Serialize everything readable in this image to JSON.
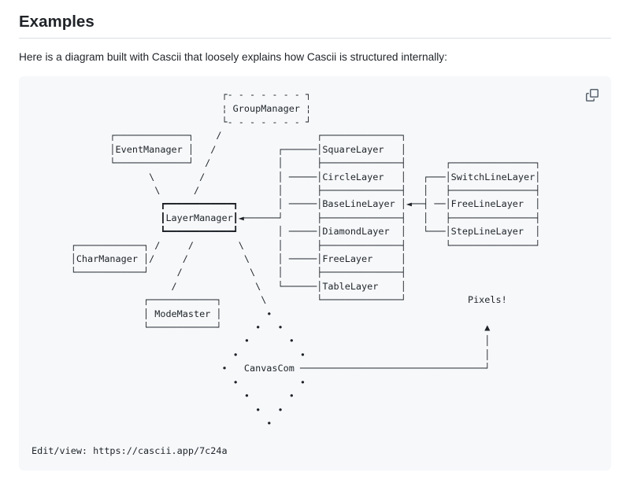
{
  "page": {
    "heading": "Examples",
    "intro": "Here is a diagram built with Cascii that loosely explains how Cascii is structured internally:"
  },
  "colors": {
    "text": "#1f2328",
    "code_background": "#f6f8fa",
    "heading_rule": "#d8dee4",
    "icon_gray": "#59636e"
  },
  "code_block": {
    "copy_icon": "copy-icon (two overlapping squares)"
  },
  "diagram": {
    "components": [
      "GroupManager",
      "EventManager",
      "LayerManager",
      "CharManager",
      "ModeMaster",
      "SquareLayer",
      "CircleLayer",
      "BaseLineLayer",
      "DiamondLayer",
      "FreeLayer",
      "TableLayer",
      "SwitchLineLayer",
      "FreeLineLayer",
      "StepLineLayer",
      "CanvasCom"
    ],
    "annotation": "Pixels!",
    "footer_link_text": "Edit/view: https://cascii.app/7c24a",
    "lines": [
      "                                  ┌- - - - - - - ┐",
      "                                  ¦ GroupManager ¦",
      "                                  └- - - - - - - ┘",
      "              ┌─────────────┐    /                 ┌──────────────┐",
      "              │EventManager │   /           ┌──────│SquareLayer   │",
      "              └─────────────┘  /            │      ├──────────────┤       ┌───────────────┐",
      "                     \\        /             │ ─────│CircleLayer   │   ┌───│SwitchLineLayer│",
      "                      \\      /              │      ├──────────────┤   │   ├───────────────┤",
      "                       ┏━━━━━━━━━━━━┓       │ ─────│BaseLineLayer │◄──┤ ──│FreeLineLayer  │",
      "                       ┃LayerManager┃◄──────┘      ├──────────────┤   │   ├───────────────┤",
      "                       ┗━━━━━━━━━━━━┛       │ ─────│DiamondLayer  │   └───│StepLineLayer  │",
      "       ┌────────────┐ /     /        \\      │      ├──────────────┤       └───────────────┘",
      "       │CharManager │/     /          \\     │ ─────│FreeLayer     │",
      "       └────────────┘     /            \\    │      ├──────────────┤",
      "                         /              \\   └──────│TableLayer    │",
      "                    ┌────────────┐       \\         └──────────────┘           Pixels!",
      "                    │ ModeMaster │        •",
      "                    └────────────┘      •   •                                    ▲",
      "                                      •       •                                  │",
      "                                    •           •                                │",
      "                                  •   CanvasCom ─────────────────────────────────┘",
      "                                    •           •",
      "                                      •       •",
      "                                        •   •",
      "                                          •",
      "",
      "Edit/view: https://cascii.app/7c24a"
    ]
  }
}
